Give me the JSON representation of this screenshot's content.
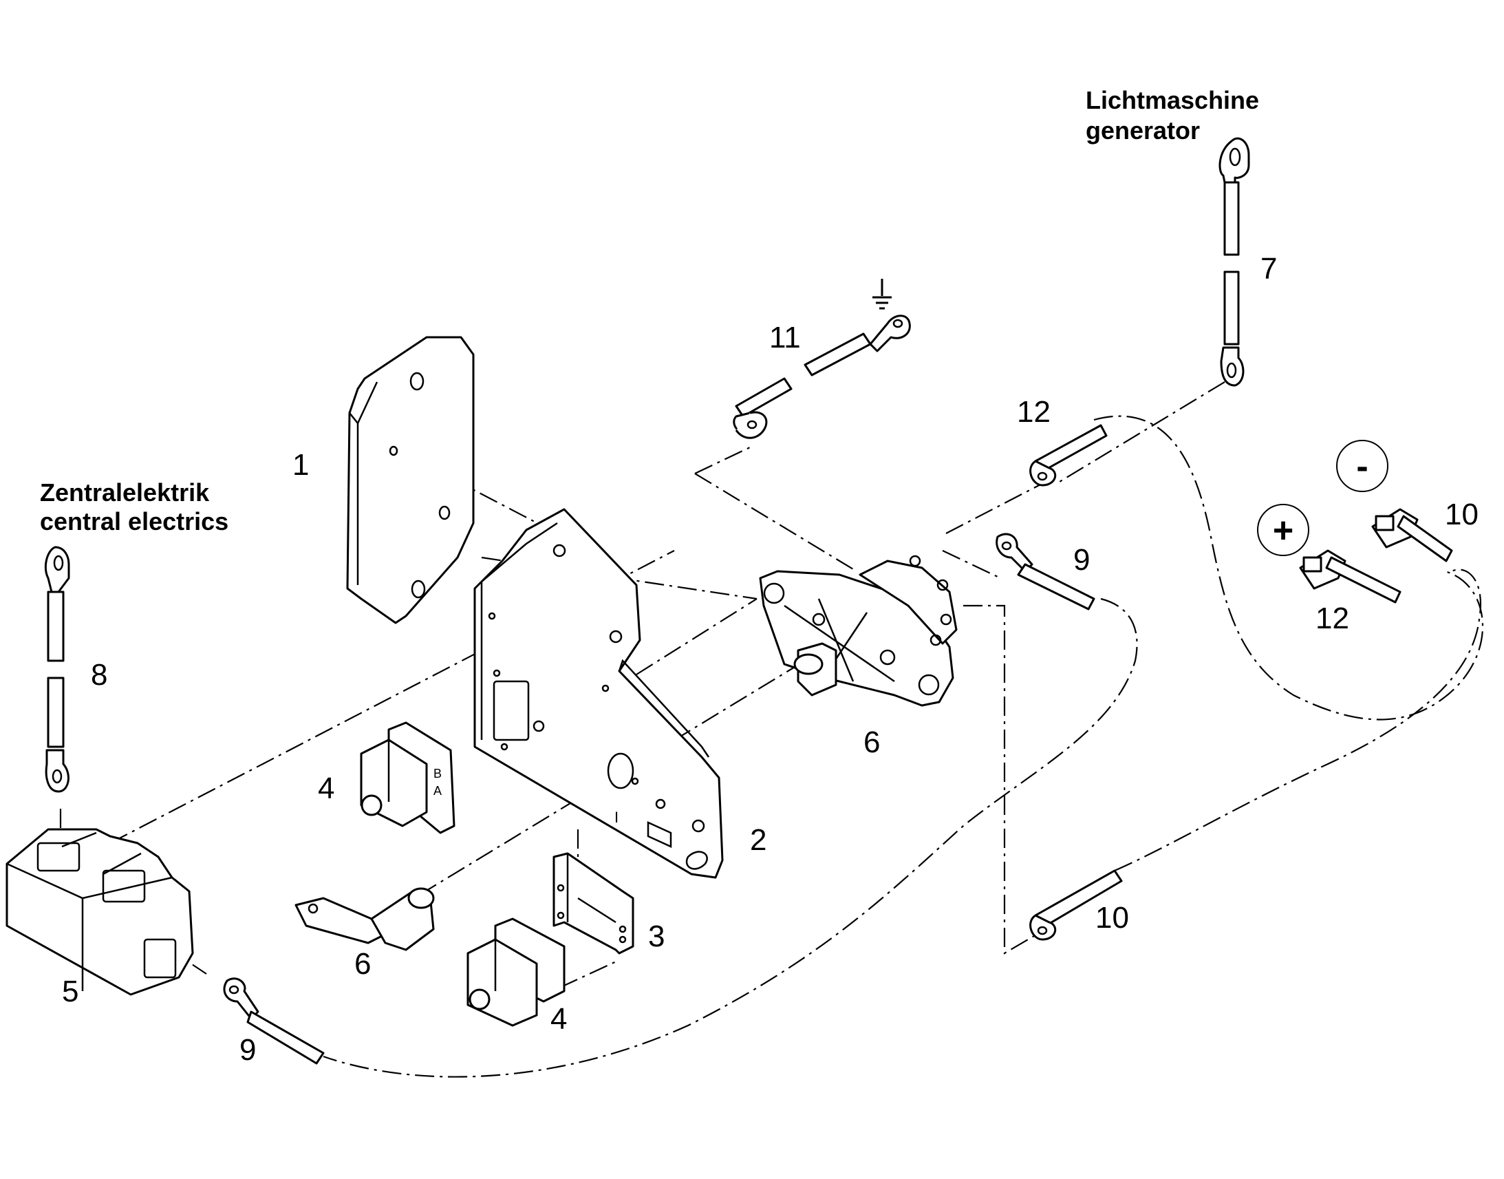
{
  "labels": {
    "central": [
      "Zentralelektrik",
      "central electrics"
    ],
    "generator": [
      "Lichtmaschine",
      "generator"
    ],
    "plus_sign": "+",
    "minus_sign": "-"
  },
  "part_numbers": {
    "p1": "1",
    "p2": "2",
    "p3": "3",
    "p4a": "4",
    "p4b": "4",
    "p5": "5",
    "p6a": "6",
    "p6b": "6",
    "p7": "7",
    "p8": "8",
    "p9a": "9",
    "p9b": "9",
    "p10a": "10",
    "p10b": "10",
    "p11": "11",
    "p12a": "12",
    "p12b": "12"
  },
  "switch_markings": {
    "bracket_I": "I",
    "switch_B": "B",
    "switch_A": "A"
  }
}
